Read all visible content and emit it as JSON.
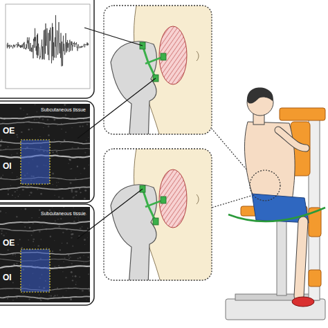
{
  "diagram": {
    "nodes": [
      {
        "text": [
          "Subcutaneous tissue",
          "OE",
          "OI"
        ]
      },
      {
        "text": [
          "Subcutaneous tissue",
          "OE",
          "OI"
        ]
      }
    ]
  }
}
